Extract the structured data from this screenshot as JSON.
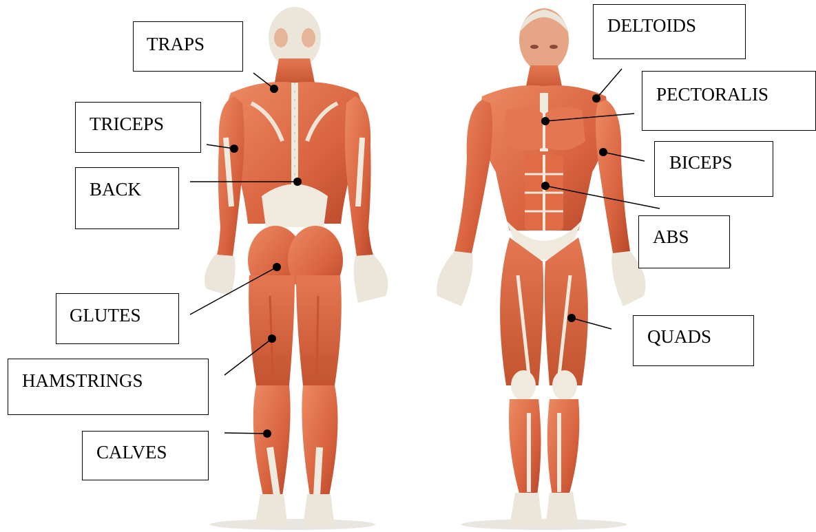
{
  "colors": {
    "muscle": "#d9643f",
    "muscle_dark": "#b8472a",
    "muscle_light": "#ec8a63",
    "tendon": "#efe9de",
    "skin_head": "#ece6da",
    "line": "#000000"
  },
  "labels": {
    "traps": "TRAPS",
    "triceps": "TRICEPS",
    "back": "BACK",
    "glutes": "GLUTES",
    "hamstrings": "HAMSTRINGS",
    "calves": "CALVES",
    "deltoids": "DELTOIDS",
    "pectoralis": "PECTORALIS",
    "biceps": "BICEPS",
    "abs": "ABS",
    "quads": "QUADS"
  },
  "figures": [
    {
      "view": "back",
      "icon": "back-body-figure"
    },
    {
      "view": "front",
      "icon": "front-body-figure"
    }
  ]
}
